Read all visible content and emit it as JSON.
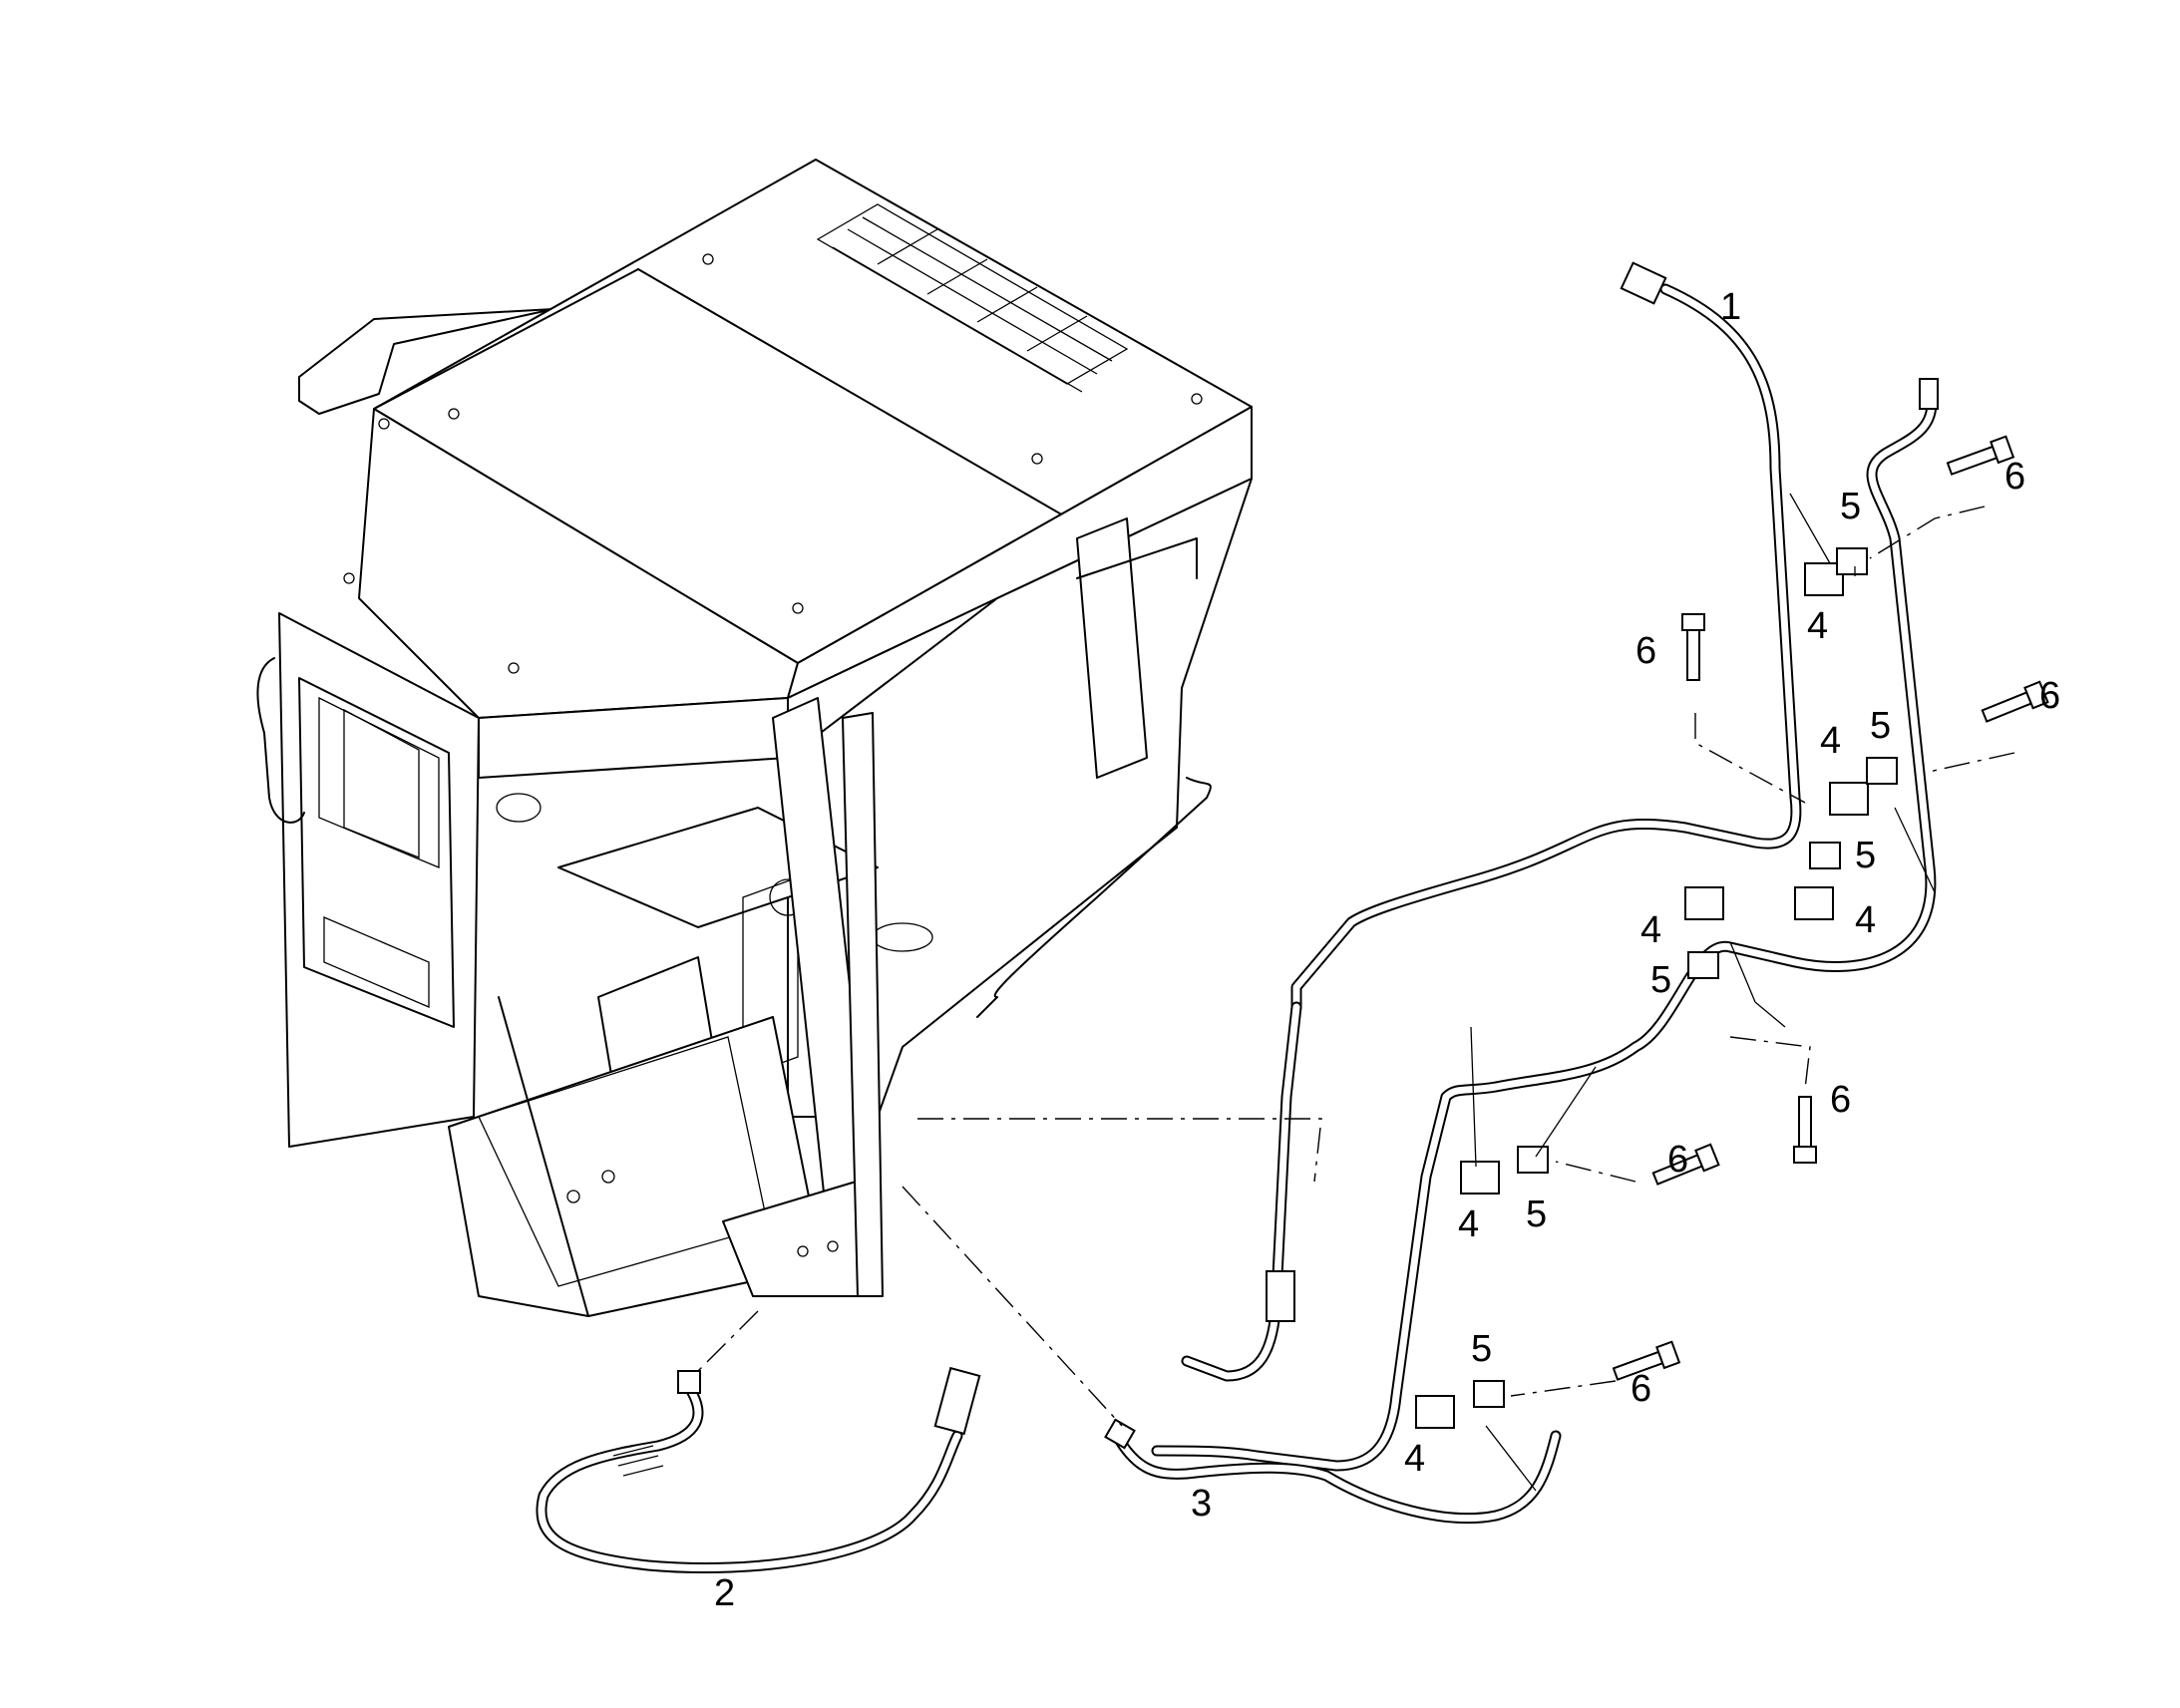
{
  "callouts": {
    "c1": "1",
    "c2": "2",
    "c3": "3",
    "c4a": "4",
    "c4b": "4",
    "c4c": "4",
    "c4d": "4",
    "c4e": "4",
    "c4f": "4",
    "c5a": "5",
    "c5b": "5",
    "c5c": "5",
    "c5d": "5",
    "c5e": "5",
    "c5f": "5",
    "c6a": "6",
    "c6b": "6",
    "c6c": "6",
    "c6d": "6",
    "c6e": "6",
    "c6f": "6"
  },
  "colors": {
    "line": "#000000",
    "background": "#ffffff"
  }
}
